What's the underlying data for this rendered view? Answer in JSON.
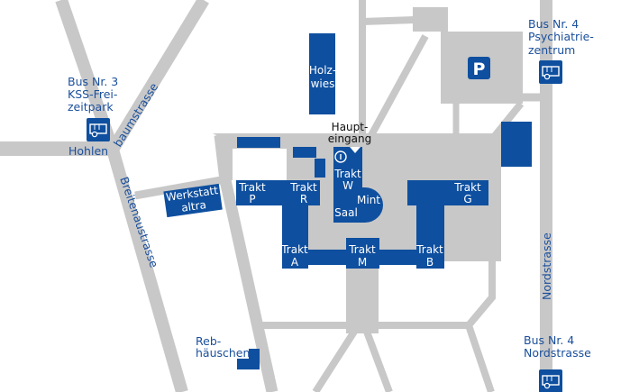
{
  "colors": {
    "road": "#c8c8c8",
    "building": "#0e4f9f",
    "label": "#1a4f9c"
  },
  "streets": {
    "hohlen": "Hohlen",
    "baumstrasse": "baumstrasse",
    "breitenaustrasse": "Breitenaustrasse",
    "nordstrasse": "Nordstrasse"
  },
  "bus_stops": [
    {
      "line": "Bus Nr. 3",
      "name1": "KSS-Frei-",
      "name2": "zeitpark",
      "icon": "bus-icon"
    },
    {
      "line": "Bus Nr. 4",
      "name1": "Psychiatrie-",
      "name2": "zentrum",
      "icon": "bus-icon"
    },
    {
      "line": "Bus Nr. 4",
      "name1": "Nordstrasse",
      "icon": "bus-icon"
    }
  ],
  "parking": {
    "label": "P",
    "icon": "parking-icon"
  },
  "buildings": {
    "holzwies": [
      "Holz-",
      "wies"
    ],
    "werkstatt": [
      "Werkstatt",
      "altra"
    ],
    "trakt_p": [
      "Trakt",
      "P"
    ],
    "trakt_r": [
      "Trakt",
      "R"
    ],
    "trakt_w": [
      "Trakt",
      "W"
    ],
    "mint": "Mint",
    "saal": "Saal",
    "trakt_g": [
      "Trakt",
      "G"
    ],
    "trakt_a": [
      "Trakt",
      "A"
    ],
    "trakt_m": [
      "Trakt",
      "M"
    ],
    "trakt_b": [
      "Trakt",
      "B"
    ],
    "rebhaeuschen": [
      "Reb-",
      "häuschen"
    ]
  },
  "entrance": {
    "line1": "Haupt-",
    "line2": "eingang",
    "icon": "info-icon"
  }
}
